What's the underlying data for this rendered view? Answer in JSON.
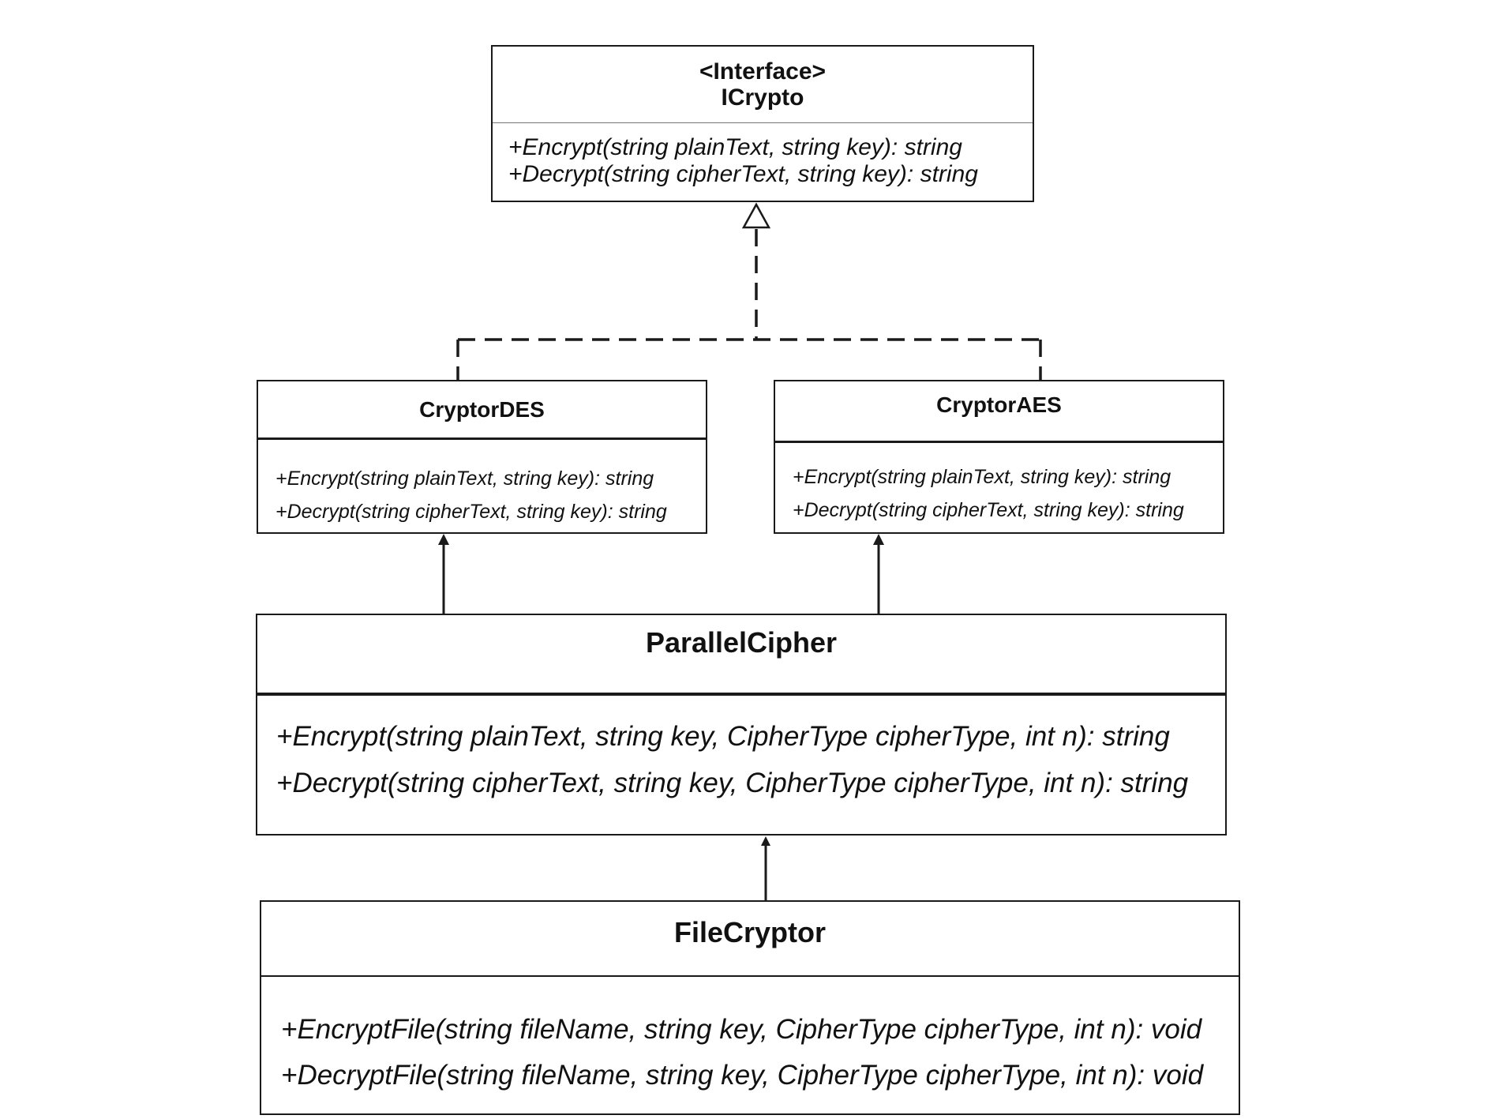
{
  "diagram": {
    "classes": [
      {
        "id": "icrypto",
        "stereotype": "<Interface>",
        "name": "ICrypto",
        "operations": [
          "+Encrypt(string plainText, string key): string",
          "+Decrypt(string cipherText, string key): string"
        ]
      },
      {
        "id": "cryptor-des",
        "name": "CryptorDES",
        "operations": [
          "+Encrypt(string plainText, string key): string",
          "+Decrypt(string cipherText, string key): string"
        ]
      },
      {
        "id": "cryptor-aes",
        "name": "CryptorAES",
        "operations": [
          "+Encrypt(string plainText, string key): string",
          "+Decrypt(string cipherText, string key): string"
        ]
      },
      {
        "id": "parallel-cipher",
        "name": "ParallelCipher",
        "operations": [
          "+Encrypt(string plainText, string key, CipherType cipherType, int n): string",
          "+Decrypt(string cipherText, string key, CipherType cipherType, int n): string"
        ]
      },
      {
        "id": "file-cryptor",
        "name": "FileCryptor",
        "operations": [
          "+EncryptFile(string fileName, string key, CipherType cipherType, int n): void",
          "+DecryptFile(string fileName, string key, CipherType cipherType, int n): void"
        ]
      }
    ],
    "relationships": [
      {
        "type": "realization",
        "from": "cryptor-des",
        "to": "icrypto"
      },
      {
        "type": "realization",
        "from": "cryptor-aes",
        "to": "icrypto"
      },
      {
        "type": "association",
        "from": "parallel-cipher",
        "to": "cryptor-des"
      },
      {
        "type": "association",
        "from": "parallel-cipher",
        "to": "cryptor-aes"
      },
      {
        "type": "association",
        "from": "file-cryptor",
        "to": "parallel-cipher"
      }
    ],
    "colors": {
      "line": "#1a1a1a",
      "background": "#ffffff"
    }
  }
}
